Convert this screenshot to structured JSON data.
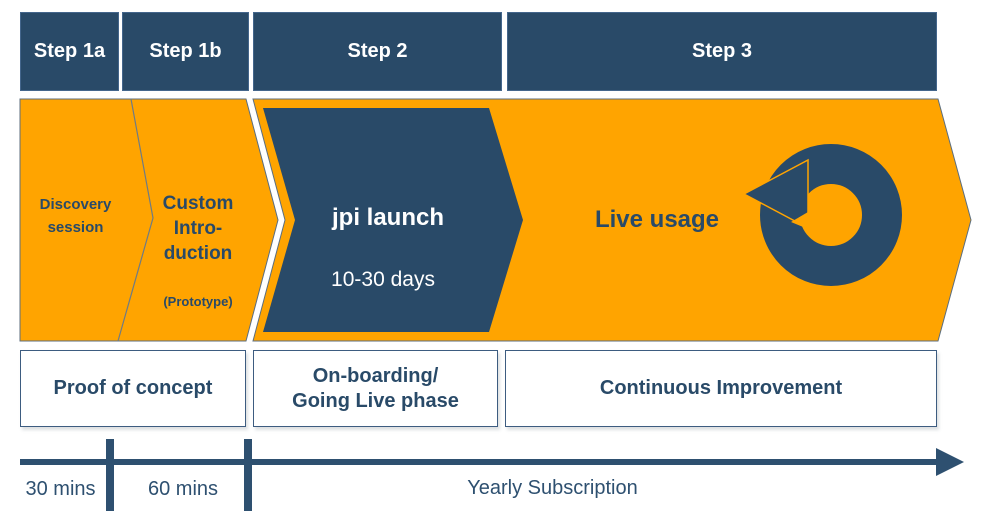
{
  "diagram": {
    "steps": [
      {
        "label": "Step 1a"
      },
      {
        "label": "Step 1b"
      },
      {
        "label": "Step 2"
      },
      {
        "label": "Step 3"
      }
    ],
    "stages": {
      "discovery": "Discovery\nsession",
      "custom_introduction": "Custom\nIntro-\nduction",
      "custom_introduction_note": "(Prototype)",
      "jpi_launch_title": "jpi launch",
      "jpi_launch_duration": "10-30 days",
      "live_usage": "Live usage"
    },
    "phases": [
      {
        "label": "Proof of concept"
      },
      {
        "label": "On-boarding/\nGoing Live phase"
      },
      {
        "label": "Continuous Improvement"
      }
    ],
    "timeline": {
      "segment_labels": [
        "30 mins",
        "60 mins",
        "Yearly Subscription"
      ]
    },
    "icons": {
      "loop_arrow": "continuous-loop-arrow-icon"
    },
    "colors": {
      "navy": "#294A68",
      "orange": "#FFA400",
      "white": "#FFFFFF"
    }
  }
}
